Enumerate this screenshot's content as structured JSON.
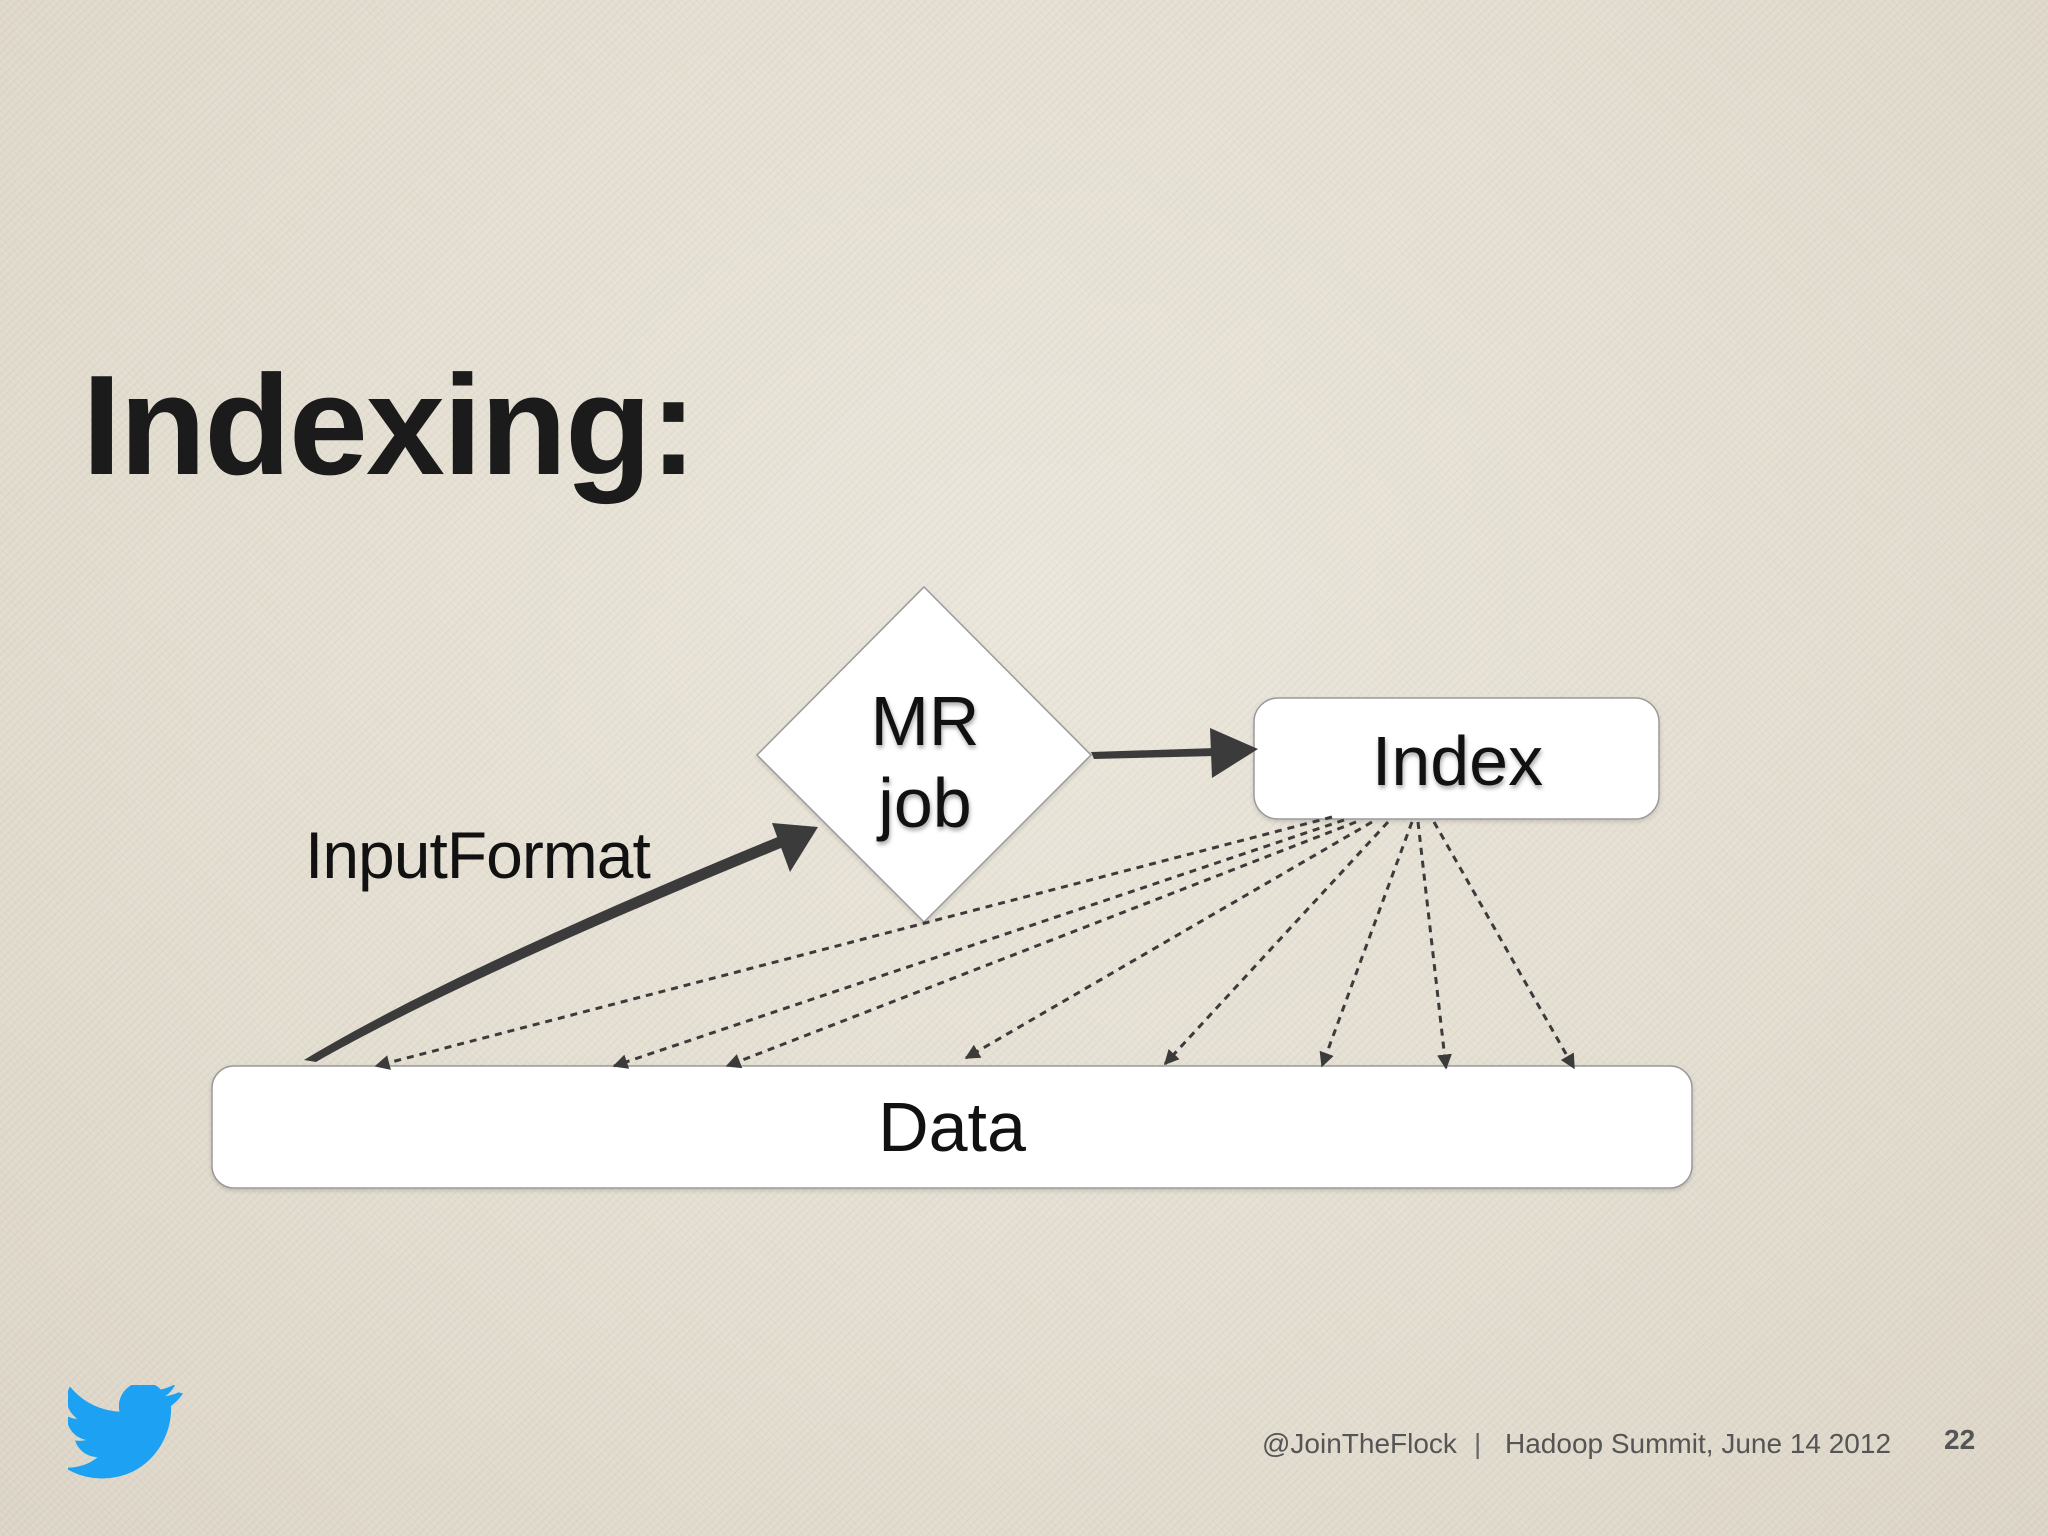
{
  "slide": {
    "title": "Indexing:",
    "page_number": "22"
  },
  "diagram": {
    "nodes": {
      "mr_job_line1": "MR",
      "mr_job_line2": "job",
      "index": "Index",
      "data": "Data"
    },
    "edges": {
      "input_format_label": "InputFormat"
    }
  },
  "footer": {
    "handle": "@JoinTheFlock",
    "separator": "|",
    "event": "Hadoop Summit, June 14 2012"
  },
  "logo": {
    "icon": "twitter-bird-icon",
    "color": "#1da1f2"
  },
  "colors": {
    "arrow": "#3b3b3b",
    "box_fill": "#ffffff",
    "box_border": "#9a9a9a"
  }
}
